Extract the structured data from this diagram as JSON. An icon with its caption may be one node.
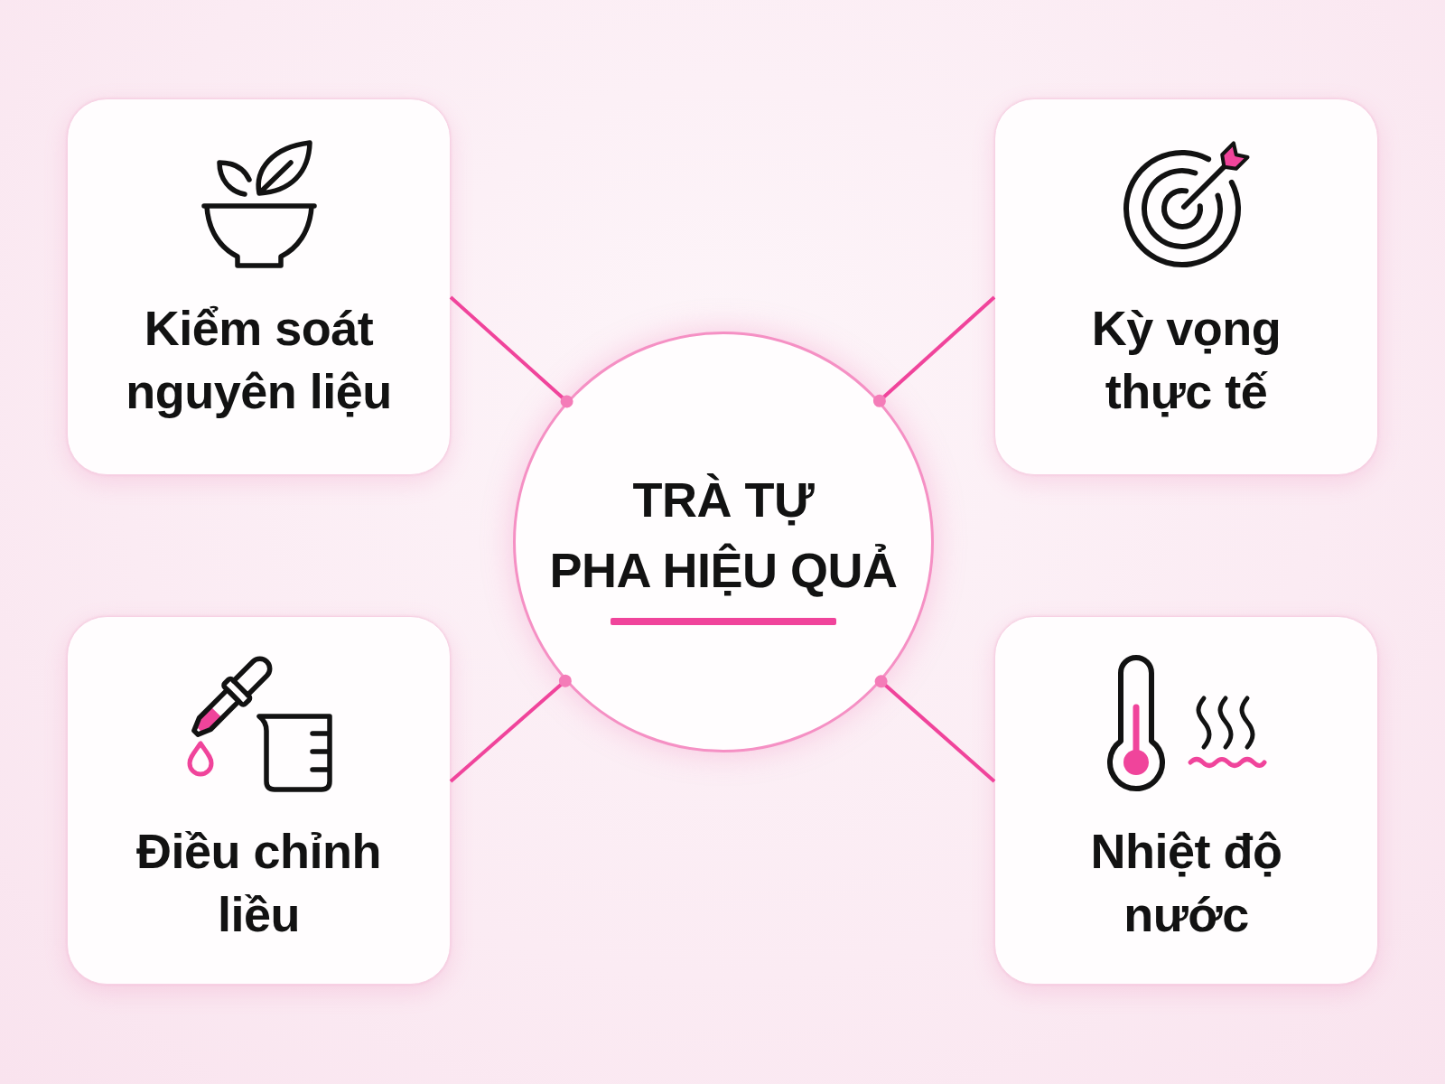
{
  "diagram": {
    "nodes": [
      {
        "text": [
          "TRÀ TỰ PHA HIỆU QUẢ"
        ]
      },
      {
        "text": [
          "Kiểm soát nguyên liệu"
        ]
      },
      {
        "text": [
          "Kỳ vọng thực tế"
        ]
      },
      {
        "text": [
          "Điều chỉnh liều"
        ]
      },
      {
        "text": [
          "Nhiệt độ nước"
        ]
      }
    ],
    "edges": [
      {
        "from": 0,
        "to": 1,
        "arrow": "other"
      },
      {
        "from": 0,
        "to": 2,
        "arrow": "other"
      },
      {
        "from": 0,
        "to": 3,
        "arrow": "other"
      },
      {
        "from": 0,
        "to": 4,
        "arrow": "other"
      }
    ]
  }
}
